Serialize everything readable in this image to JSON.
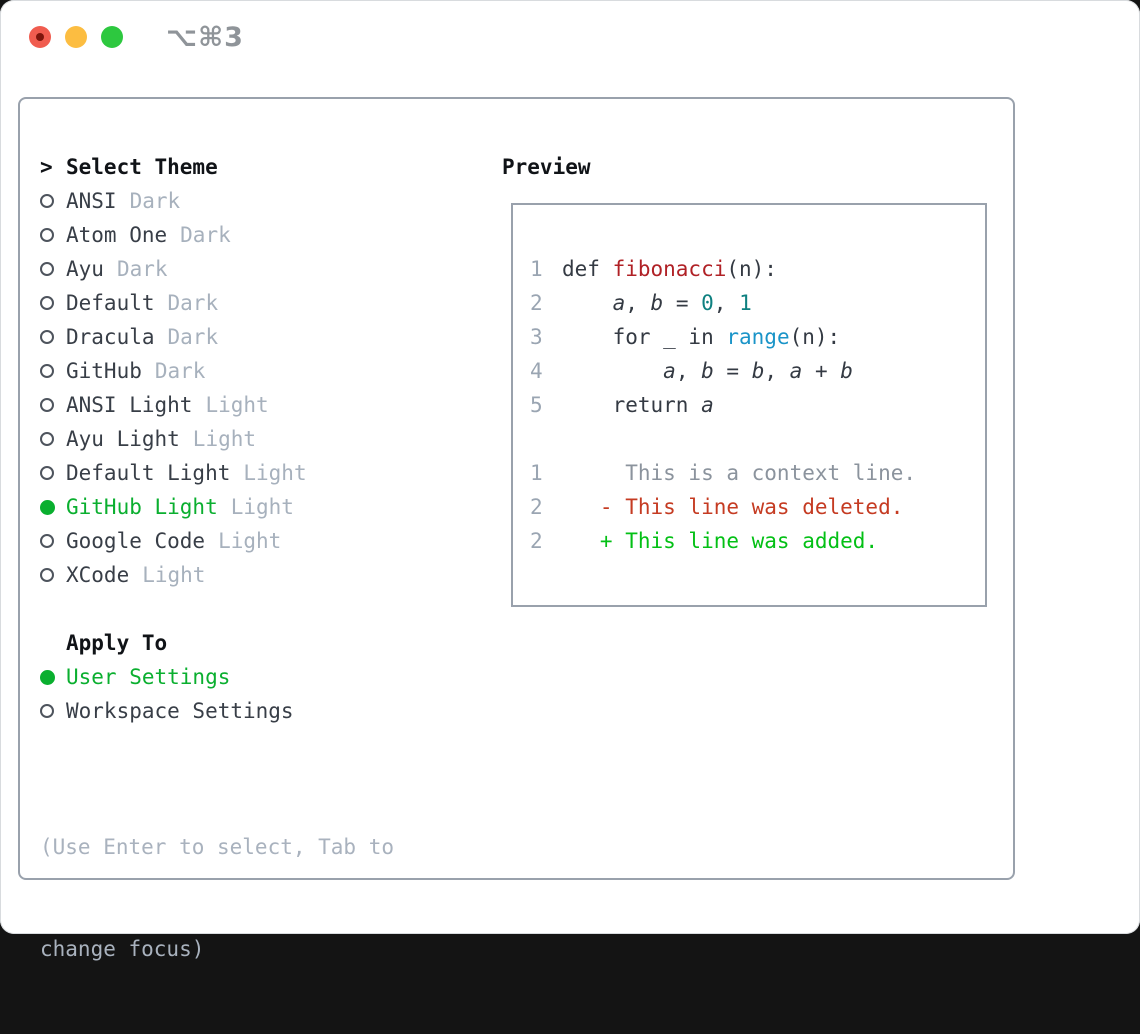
{
  "window": {
    "title": "⌥⌘3",
    "traffic_lights": {
      "close": "close-button",
      "minimize": "minimize-button",
      "zoom": "zoom-button"
    }
  },
  "theme_picker": {
    "header": {
      "marker": ">",
      "label": "Select Theme"
    },
    "items": [
      {
        "name": "ANSI",
        "tag": "Dark",
        "state": "off"
      },
      {
        "name": "Atom One",
        "tag": "Dark",
        "state": "off"
      },
      {
        "name": "Ayu",
        "tag": "Dark",
        "state": "off"
      },
      {
        "name": "Default",
        "tag": "Dark",
        "state": "off"
      },
      {
        "name": "Dracula",
        "tag": "Dark",
        "state": "off"
      },
      {
        "name": "GitHub",
        "tag": "Dark",
        "state": "off"
      },
      {
        "name": "ANSI Light",
        "tag": "Light",
        "state": "off"
      },
      {
        "name": "Ayu Light",
        "tag": "Light",
        "state": "off"
      },
      {
        "name": "Default Light",
        "tag": "Light",
        "state": "off"
      },
      {
        "name": "GitHub Light",
        "tag": "Light",
        "state": "on"
      },
      {
        "name": "Google Code",
        "tag": "Light",
        "state": "off"
      },
      {
        "name": "XCode",
        "tag": "Light",
        "state": "off"
      }
    ]
  },
  "apply_to": {
    "label": "Apply To",
    "options": [
      {
        "name": "User Settings",
        "state": "on"
      },
      {
        "name": "Workspace Settings",
        "state": "off"
      }
    ]
  },
  "hint": {
    "line1": "(Use Enter to select, Tab to",
    "line2": "change focus)"
  },
  "preview": {
    "label": "Preview",
    "lines": [
      {
        "ln": "1",
        "segs": [
          {
            "t": "def ",
            "c": "code"
          },
          {
            "t": "fibonacci",
            "c": "fn"
          },
          {
            "t": "(n):",
            "c": "code"
          }
        ]
      },
      {
        "ln": "2",
        "segs": [
          {
            "t": "    ",
            "c": "code"
          },
          {
            "t": "a",
            "c": "var"
          },
          {
            "t": ", ",
            "c": "code"
          },
          {
            "t": "b",
            "c": "var"
          },
          {
            "t": " = ",
            "c": "code"
          },
          {
            "t": "0",
            "c": "num"
          },
          {
            "t": ", ",
            "c": "code"
          },
          {
            "t": "1",
            "c": "num"
          }
        ]
      },
      {
        "ln": "3",
        "segs": [
          {
            "t": "    for _ in ",
            "c": "code"
          },
          {
            "t": "range",
            "c": "call"
          },
          {
            "t": "(n):",
            "c": "code"
          }
        ]
      },
      {
        "ln": "4",
        "segs": [
          {
            "t": "        ",
            "c": "code"
          },
          {
            "t": "a",
            "c": "var"
          },
          {
            "t": ", ",
            "c": "code"
          },
          {
            "t": "b",
            "c": "var"
          },
          {
            "t": " = ",
            "c": "code"
          },
          {
            "t": "b",
            "c": "var"
          },
          {
            "t": ", ",
            "c": "code"
          },
          {
            "t": "a",
            "c": "var"
          },
          {
            "t": " + ",
            "c": "code"
          },
          {
            "t": "b",
            "c": "var"
          }
        ]
      },
      {
        "ln": "5",
        "segs": [
          {
            "t": "    return ",
            "c": "code"
          },
          {
            "t": "a",
            "c": "var"
          }
        ]
      },
      {
        "ln": "",
        "segs": [
          {
            "t": "",
            "c": "code"
          }
        ]
      },
      {
        "ln": "1",
        "segs": [
          {
            "t": "     This is a context line.",
            "c": "ctx"
          }
        ]
      },
      {
        "ln": "2",
        "segs": [
          {
            "t": "   - This line was deleted.",
            "c": "del"
          }
        ]
      },
      {
        "ln": "2",
        "segs": [
          {
            "t": "   + This line was added.",
            "c": "add"
          }
        ]
      }
    ]
  },
  "colors": {
    "selection_green": "#0aaf2f",
    "added_green": "#03c015",
    "deleted_red": "#c53b22",
    "function_red": "#b02126",
    "number_teal": "#0e8080",
    "call_blue": "#1a94c8",
    "text_dark": "#343a43",
    "muted_gray": "#a7b1bd",
    "gutter_gray": "#9aa5b2",
    "border_gray": "#99a1ac",
    "traffic_red": "#f05c4f",
    "traffic_yellow": "#fcbd41",
    "traffic_green": "#2dc83f"
  }
}
